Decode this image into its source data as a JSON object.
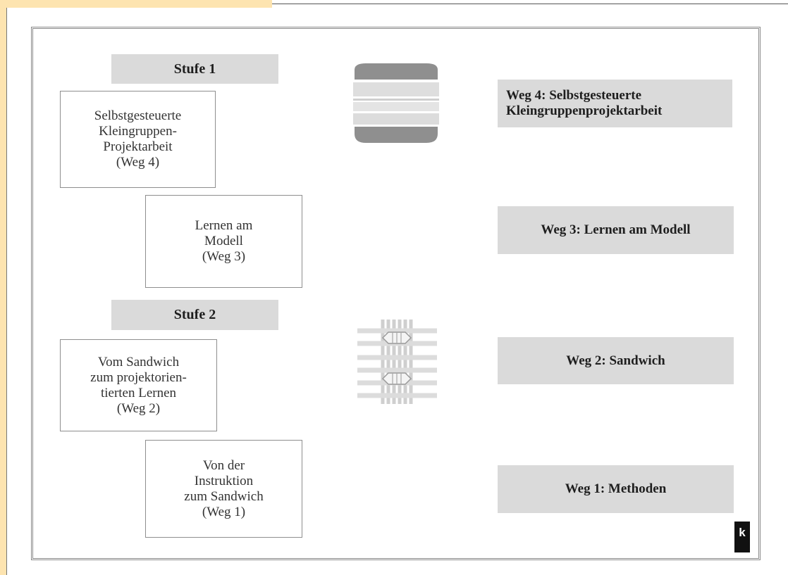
{
  "stages": {
    "stufe1": "Stufe 1",
    "stufe2": "Stufe 2"
  },
  "boxes": {
    "weg4": "Selbstgesteuerte\nKleingruppen-\nProjektarbeit\n(Weg 4)",
    "weg3": "Lernen am\nModell\n(Weg 3)",
    "weg2": "Vom Sandwich\nzum projektorien-\ntierten Lernen\n(Weg 2)",
    "weg1": "Von der\nInstruktion\nzum Sandwich\n(Weg 1)"
  },
  "labels": {
    "weg4": "Weg 4: Selbstgesteuerte\nKleingruppenprojektarbeit",
    "weg3": "Weg 3: Lernen am Modell",
    "weg2": "Weg 2: Sandwich",
    "weg1": "Weg 1: Methoden"
  },
  "logo": {
    "letter": "k"
  },
  "icons": [
    "sandwich-icon",
    "grid-network-icon"
  ]
}
